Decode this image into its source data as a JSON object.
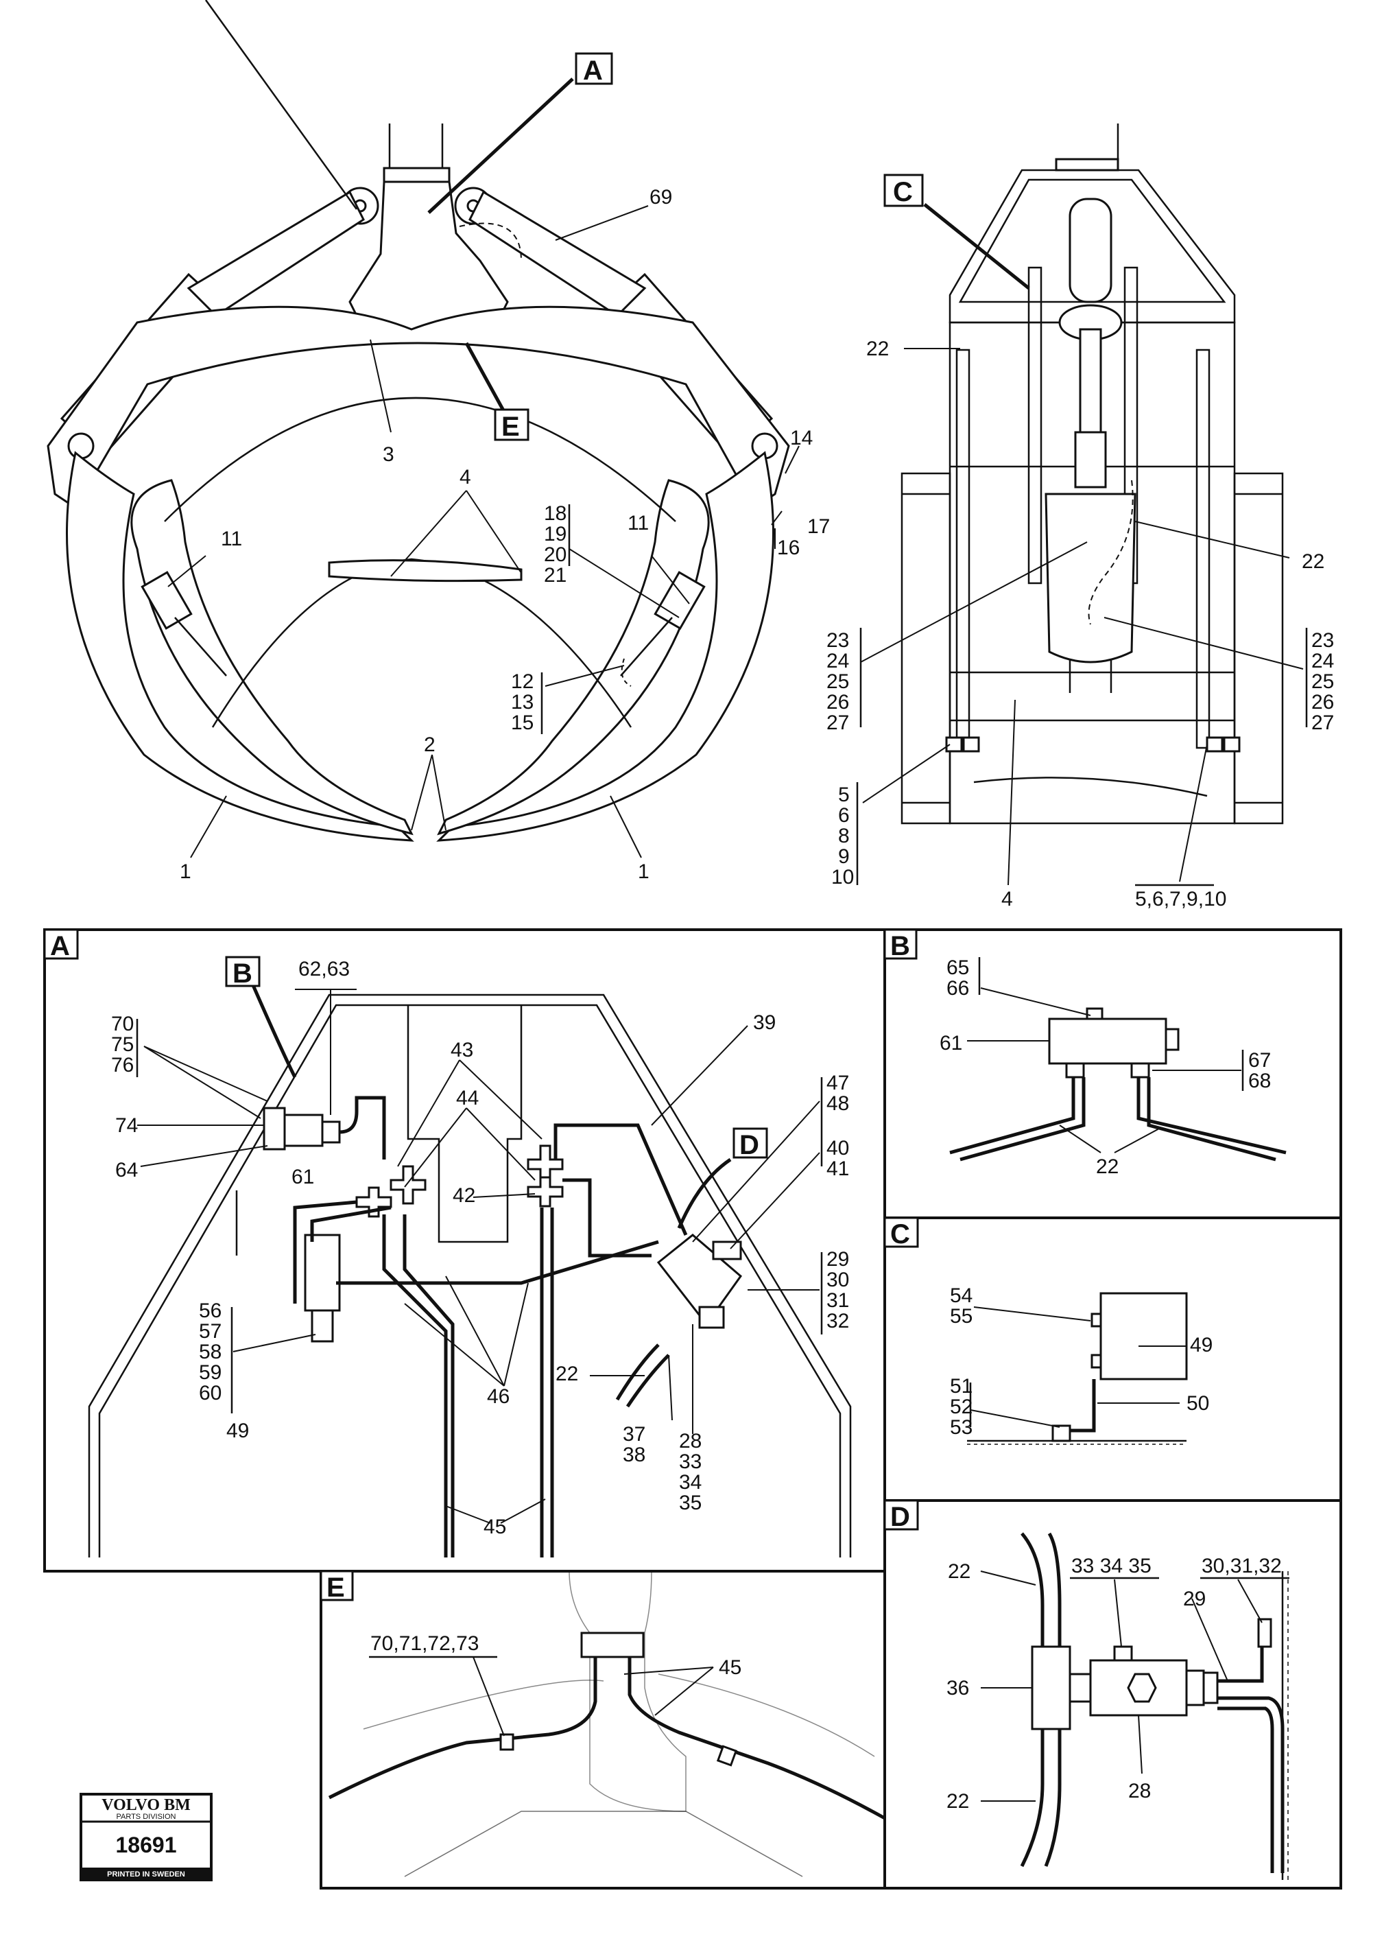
{
  "main_view": {
    "callouts": {
      "A": "A",
      "E": "E",
      "C": "C",
      "p69": "69",
      "p3": "3",
      "p4": "4",
      "p14": "14",
      "p17": "17",
      "p16": "16",
      "p11a": "11",
      "p11b": "11",
      "p18": "18",
      "p19": "19",
      "p20": "20",
      "p21": "21",
      "p12": "12",
      "p13": "13",
      "p15": "15",
      "p2": "2",
      "p1a": "1",
      "p1b": "1"
    }
  },
  "side_view": {
    "callouts": {
      "p22a": "22",
      "p22b": "22",
      "l23": "23",
      "l24": "24",
      "l25": "25",
      "l26": "26",
      "l27": "27",
      "r23": "23",
      "r24": "24",
      "r25": "25",
      "r26": "26",
      "r27": "27",
      "p5": "5",
      "p6": "6",
      "p8": "8",
      "p9": "9",
      "p10": "10",
      "p4": "4",
      "p5to10": "5,6,7,9,10"
    }
  },
  "detail_A": {
    "title": "A",
    "callouts": {
      "B": "B",
      "D": "D",
      "p6263": "62,63",
      "p70": "70",
      "p75": "75",
      "p76": "76",
      "p74": "74",
      "p64": "64",
      "p61": "61",
      "p43": "43",
      "p44": "44",
      "p42": "42",
      "p39": "39",
      "p47": "47",
      "p48": "48",
      "p40": "40",
      "p41": "41",
      "p29": "29",
      "p30": "30",
      "p31": "31",
      "p32": "32",
      "p56": "56",
      "p57": "57",
      "p58": "58",
      "p59": "59",
      "p60": "60",
      "p49": "49",
      "p46": "46",
      "p45": "45",
      "p22": "22",
      "p37": "37",
      "p38": "38",
      "p28": "28",
      "p33": "33",
      "p34": "34",
      "p35": "35"
    }
  },
  "detail_B": {
    "title": "B",
    "callouts": {
      "p65": "65",
      "p66": "66",
      "p61": "61",
      "p67": "67",
      "p68": "68",
      "p22": "22"
    }
  },
  "detail_C": {
    "title": "C",
    "callouts": {
      "p54": "54",
      "p55": "55",
      "p49": "49",
      "p51": "51",
      "p52": "52",
      "p53": "53",
      "p50": "50"
    }
  },
  "detail_D": {
    "title": "D",
    "callouts": {
      "p22a": "22",
      "p22b": "22",
      "p333435": "33 34 35",
      "p303132": "30,31,32",
      "p29": "29",
      "p36": "36",
      "p28": "28"
    }
  },
  "detail_E": {
    "title": "E",
    "callouts": {
      "p70to73": "70,71,72,73",
      "p45": "45"
    }
  },
  "stamp": {
    "brand": "VOLVO BM",
    "division": "PARTS DIVISION",
    "number": "18691",
    "printed": "PRINTED IN SWEDEN"
  }
}
